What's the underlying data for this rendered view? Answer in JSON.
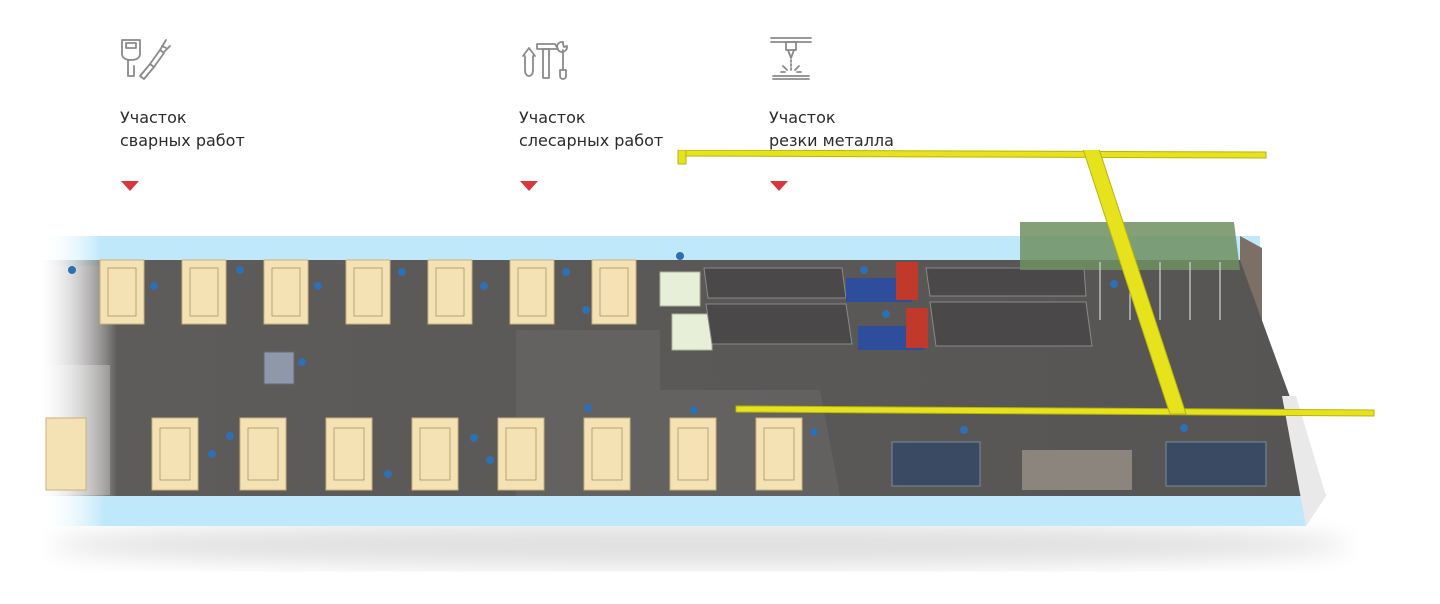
{
  "zones": [
    {
      "id": "welding",
      "line1": "Участок",
      "line2": "сварных работ",
      "icon": "welding-icon"
    },
    {
      "id": "locksmith",
      "line1": "Участок",
      "line2": "слесарных работ",
      "icon": "tools-icon"
    },
    {
      "id": "cutting",
      "line1": "Участок",
      "line2": "резки металла",
      "icon": "laser-cutter-icon"
    }
  ],
  "colors": {
    "marker": "#d9363e",
    "crane": "#e6e21b",
    "wall": "#bfe8fb",
    "floor": "#5d5b5a",
    "table": "#f4e2b4",
    "worker": "#2f6fb3",
    "machine": "#c0392b",
    "shelf": "#6f8f60",
    "icon": "#8a8a8a"
  }
}
